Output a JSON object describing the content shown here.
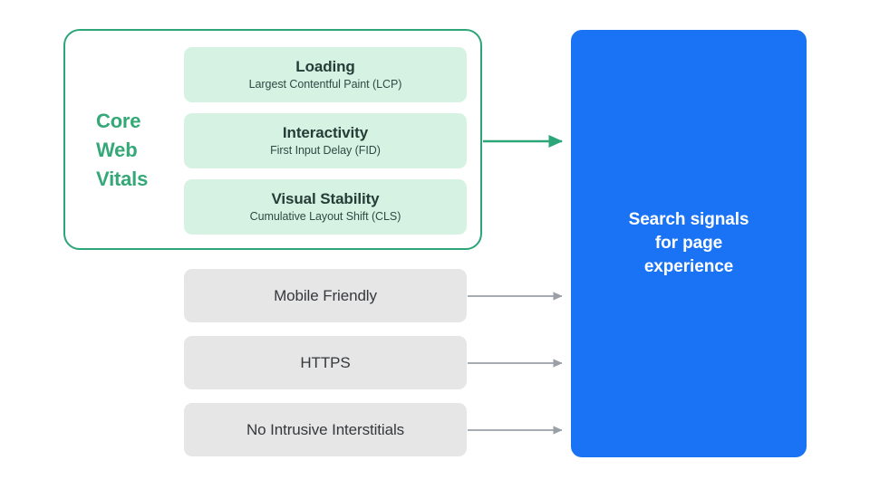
{
  "colors": {
    "green_accent": "#34A877",
    "green_border": "#2CA678",
    "green_card_bg": "#D6F2E2",
    "grey_box_bg": "#E6E6E6",
    "grey_arrow": "#9AA0A6",
    "blue_box": "#1A73F5",
    "dark_text": "#263C38",
    "background": "#FFFFFF"
  },
  "core_web_vitals": {
    "label_lines": [
      "Core",
      "Web",
      "Vitals"
    ],
    "metrics": [
      {
        "title": "Loading",
        "subtitle": "Largest Contentful Paint (LCP)"
      },
      {
        "title": "Interactivity",
        "subtitle": "First Input Delay (FID)"
      },
      {
        "title": "Visual Stability",
        "subtitle": "Cumulative Layout Shift (CLS)"
      }
    ]
  },
  "other_signals": [
    {
      "label": "Mobile Friendly"
    },
    {
      "label": "HTTPS"
    },
    {
      "label": "No Intrusive Interstitials"
    }
  ],
  "destination": {
    "lines": [
      "Search signals",
      "for page",
      "experience"
    ]
  },
  "arrows": [
    {
      "name": "core-web-vitals-arrow",
      "color": "#2CA678"
    },
    {
      "name": "mobile-friendly-arrow",
      "color": "#9AA0A6"
    },
    {
      "name": "https-arrow",
      "color": "#9AA0A6"
    },
    {
      "name": "no-intrusive-interstitials-arrow",
      "color": "#9AA0A6"
    }
  ]
}
